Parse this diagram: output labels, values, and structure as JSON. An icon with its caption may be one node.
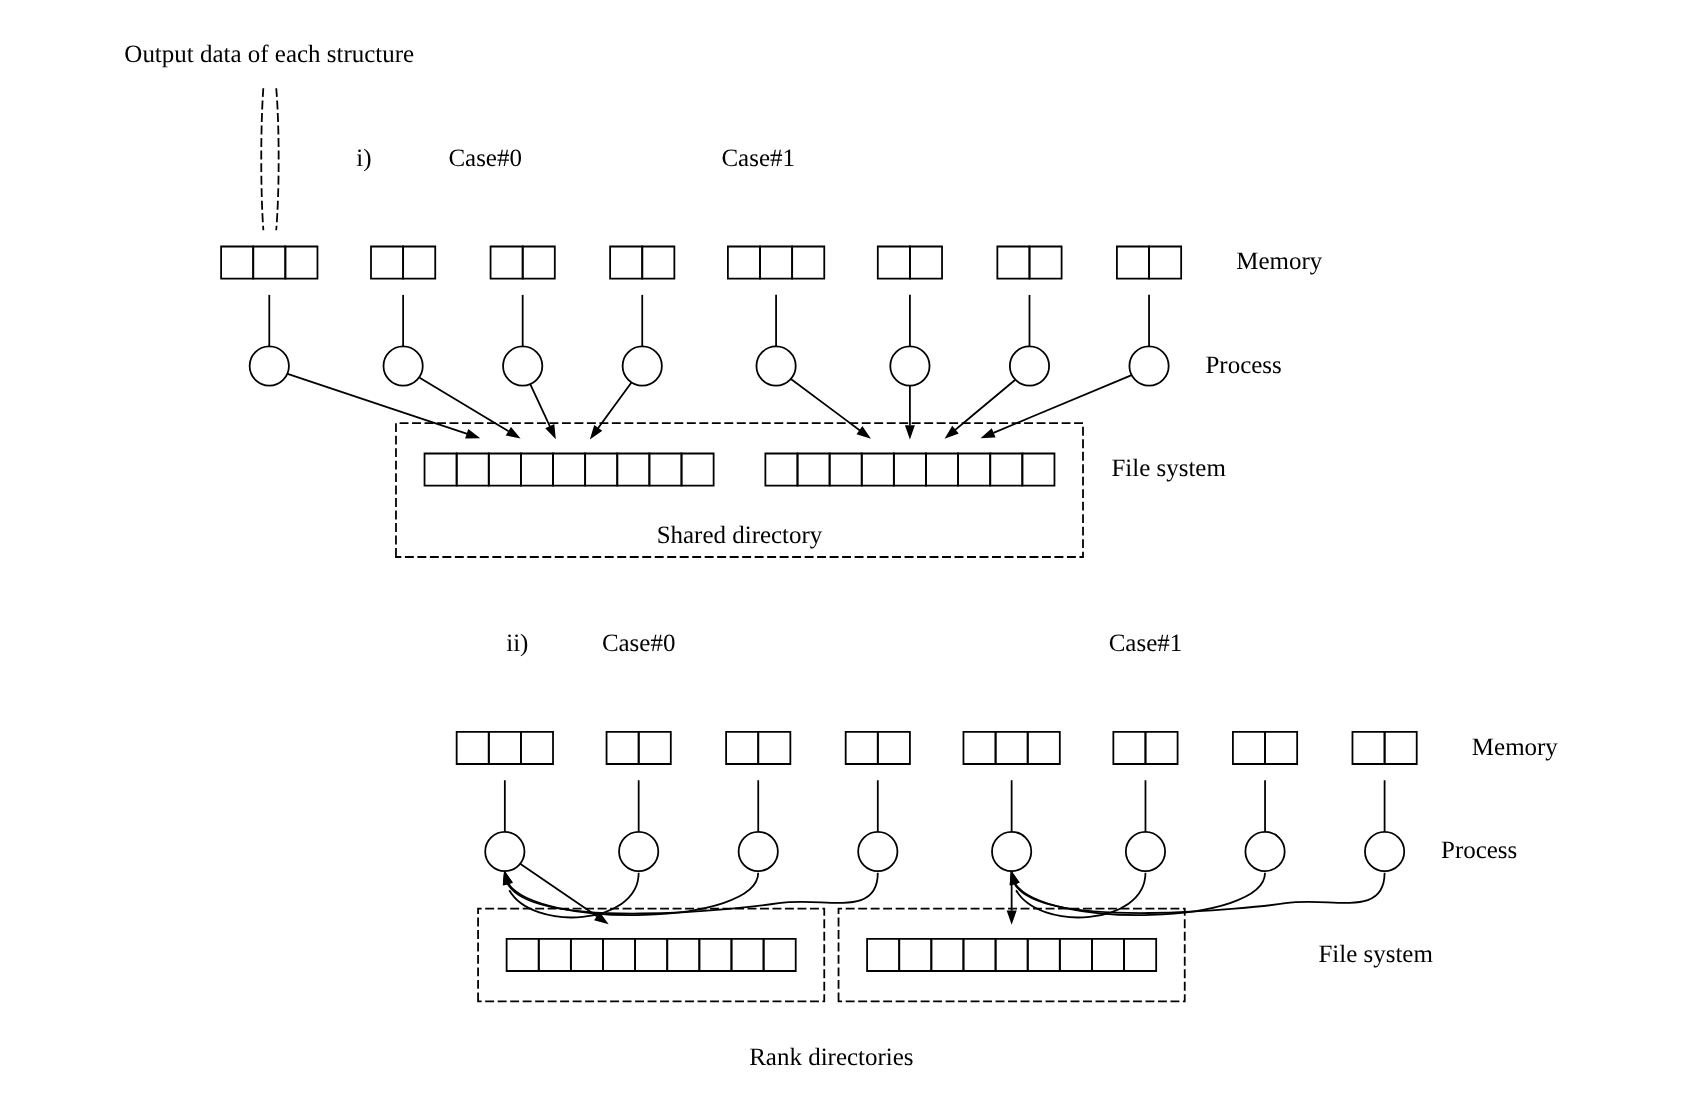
{
  "diagram": {
    "nodes": [
      {
        "text": [
          "Output data of each structure"
        ]
      },
      {
        "text": [],
        "shape": "box"
      },
      {
        "text": [],
        "shape": "box"
      },
      {
        "text": [],
        "shape": "box"
      },
      {
        "text": [],
        "shape": "box"
      },
      {
        "text": [],
        "shape": "box"
      },
      {
        "text": [],
        "shape": "box"
      },
      {
        "text": [],
        "shape": "box"
      },
      {
        "text": [],
        "shape": "box"
      },
      {
        "text": [],
        "shape": "circle"
      },
      {
        "text": [],
        "shape": "circle"
      },
      {
        "text": [],
        "shape": "circle"
      },
      {
        "text": [],
        "shape": "circle"
      },
      {
        "text": [],
        "shape": "circle"
      },
      {
        "text": [],
        "shape": "circle"
      },
      {
        "text": [],
        "shape": "circle"
      },
      {
        "text": [],
        "shape": "circle"
      },
      {
        "text": [
          "Shared directory"
        ]
      },
      {
        "text": [],
        "shape": "box",
        "in": 17
      },
      {
        "text": [],
        "shape": "box",
        "in": 17
      },
      {
        "text": [],
        "shape": "box"
      },
      {
        "text": [],
        "shape": "box"
      },
      {
        "text": [],
        "shape": "box"
      },
      {
        "text": [],
        "shape": "box"
      },
      {
        "text": [],
        "shape": "box"
      },
      {
        "text": [],
        "shape": "box"
      },
      {
        "text": [],
        "shape": "box"
      },
      {
        "text": [],
        "shape": "box"
      },
      {
        "text": [],
        "shape": "circle"
      },
      {
        "text": [],
        "shape": "circle"
      },
      {
        "text": [],
        "shape": "circle"
      },
      {
        "text": [],
        "shape": "circle"
      },
      {
        "text": [],
        "shape": "circle"
      },
      {
        "text": [],
        "shape": "circle"
      },
      {
        "text": [],
        "shape": "circle"
      },
      {
        "text": [],
        "shape": "circle"
      },
      {
        "text": [],
        "shape": "box"
      },
      {
        "text": [],
        "shape": "box",
        "in": 36
      },
      {
        "text": [],
        "shape": "box"
      },
      {
        "text": [],
        "shape": "box",
        "in": 38
      }
    ],
    "edges": [
      {
        "from": 0,
        "to": 1,
        "arrow": "none",
        "style": "dashed"
      },
      {
        "from": 0,
        "to": 1,
        "arrow": "none",
        "style": "dashed"
      },
      {
        "from": 1,
        "to": 9,
        "arrow": "none"
      },
      {
        "from": 2,
        "to": 10,
        "arrow": "none"
      },
      {
        "from": 3,
        "to": 11,
        "arrow": "none"
      },
      {
        "from": 4,
        "to": 12,
        "arrow": "none"
      },
      {
        "from": 5,
        "to": 13,
        "arrow": "none"
      },
      {
        "from": 6,
        "to": 14,
        "arrow": "none"
      },
      {
        "from": 7,
        "to": 15,
        "arrow": "none"
      },
      {
        "from": 8,
        "to": 16,
        "arrow": "none"
      },
      {
        "from": 9,
        "to": 18,
        "arrow": "to"
      },
      {
        "from": 10,
        "to": 18,
        "arrow": "to"
      },
      {
        "from": 11,
        "to": 18,
        "arrow": "to"
      },
      {
        "from": 12,
        "to": 18,
        "arrow": "to"
      },
      {
        "from": 13,
        "to": 19,
        "arrow": "to"
      },
      {
        "from": 14,
        "to": 19,
        "arrow": "to"
      },
      {
        "from": 15,
        "to": 19,
        "arrow": "to"
      },
      {
        "from": 16,
        "to": 19,
        "arrow": "to"
      },
      {
        "from": 20,
        "to": 28,
        "arrow": "none"
      },
      {
        "from": 21,
        "to": 29,
        "arrow": "none"
      },
      {
        "from": 22,
        "to": 30,
        "arrow": "none"
      },
      {
        "from": 23,
        "to": 31,
        "arrow": "none"
      },
      {
        "from": 24,
        "to": 32,
        "arrow": "none"
      },
      {
        "from": 25,
        "to": 33,
        "arrow": "none"
      },
      {
        "from": 26,
        "to": 34,
        "arrow": "none"
      },
      {
        "from": 27,
        "to": 35,
        "arrow": "none"
      },
      {
        "from": 29,
        "to": 28,
        "arrow": "to"
      },
      {
        "from": 30,
        "to": 28,
        "arrow": "to"
      },
      {
        "from": 31,
        "to": 28,
        "arrow": "to"
      },
      {
        "from": 28,
        "to": 37,
        "arrow": "to"
      },
      {
        "from": 33,
        "to": 32,
        "arrow": "to"
      },
      {
        "from": 34,
        "to": 32,
        "arrow": "to"
      },
      {
        "from": 35,
        "to": 32,
        "arrow": "to"
      },
      {
        "from": 32,
        "to": 39,
        "arrow": "to"
      }
    ],
    "labels": [
      "i)",
      "Case#0",
      "Case#1",
      "Memory",
      "Process",
      "File system",
      "ii)",
      "Case#0",
      "Case#1",
      "Memory",
      "Process",
      "File system",
      "Rank directories"
    ]
  }
}
